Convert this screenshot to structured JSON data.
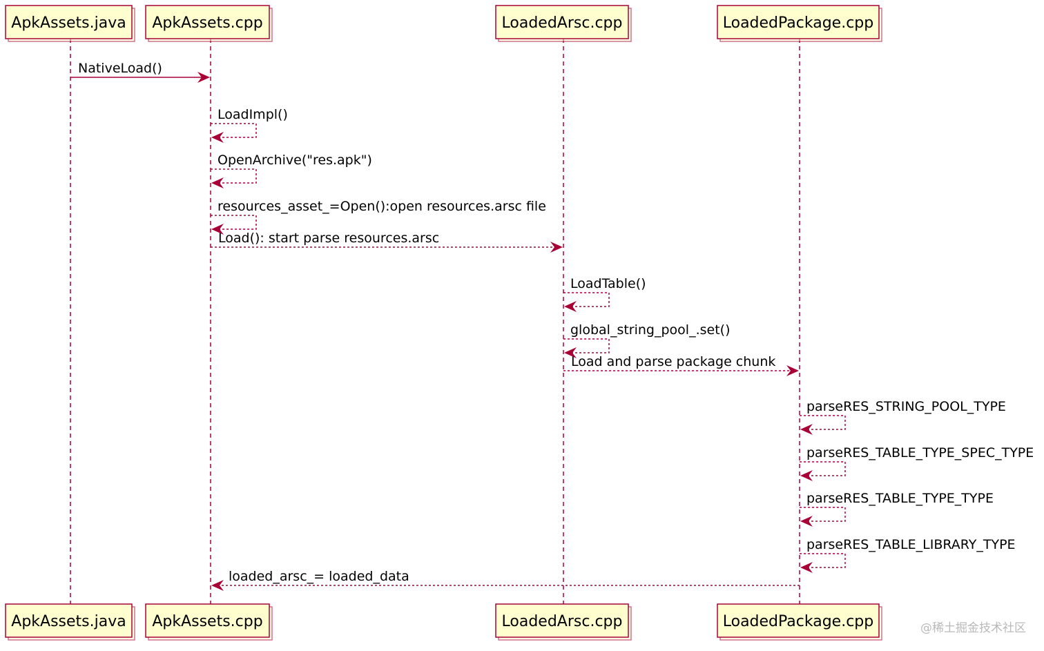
{
  "participants": [
    {
      "id": "apk_java",
      "label": "ApkAssets.java"
    },
    {
      "id": "apk_cpp",
      "label": "ApkAssets.cpp"
    },
    {
      "id": "arsc_cpp",
      "label": "LoadedArsc.cpp"
    },
    {
      "id": "pkg_cpp",
      "label": "LoadedPackage.cpp"
    }
  ],
  "messages": [
    {
      "from": "apk_java",
      "to": "apk_cpp",
      "label": "NativeLoad()",
      "style": "solid"
    },
    {
      "from": "apk_cpp",
      "to": "apk_cpp",
      "label": "LoadImpl()",
      "style": "dashed"
    },
    {
      "from": "apk_cpp",
      "to": "apk_cpp",
      "label": "OpenArchive(\"res.apk\")",
      "style": "dashed"
    },
    {
      "from": "apk_cpp",
      "to": "apk_cpp",
      "label": "resources_asset_=Open():open resources.arsc file",
      "style": "dashed"
    },
    {
      "from": "apk_cpp",
      "to": "arsc_cpp",
      "label": "Load(): start parse resources.arsc",
      "style": "dashed"
    },
    {
      "from": "arsc_cpp",
      "to": "arsc_cpp",
      "label": "LoadTable()",
      "style": "dashed"
    },
    {
      "from": "arsc_cpp",
      "to": "arsc_cpp",
      "label": "global_string_pool_.set()",
      "style": "dashed"
    },
    {
      "from": "arsc_cpp",
      "to": "pkg_cpp",
      "label": "Load and parse package chunk",
      "style": "dashed"
    },
    {
      "from": "pkg_cpp",
      "to": "pkg_cpp",
      "label": "parseRES_STRING_POOL_TYPE",
      "style": "dashed"
    },
    {
      "from": "pkg_cpp",
      "to": "pkg_cpp",
      "label": "parseRES_TABLE_TYPE_SPEC_TYPE",
      "style": "dashed"
    },
    {
      "from": "pkg_cpp",
      "to": "pkg_cpp",
      "label": "parseRES_TABLE_TYPE_TYPE",
      "style": "dashed"
    },
    {
      "from": "pkg_cpp",
      "to": "pkg_cpp",
      "label": "parseRES_TABLE_LIBRARY_TYPE",
      "style": "dashed"
    },
    {
      "from": "pkg_cpp",
      "to": "apk_cpp",
      "label": "loaded_arsc_= loaded_data",
      "style": "dashed"
    }
  ],
  "watermark": "@稀土掘金技术社区",
  "colors": {
    "accent": "#A80036",
    "box_fill": "#FEFECE"
  }
}
